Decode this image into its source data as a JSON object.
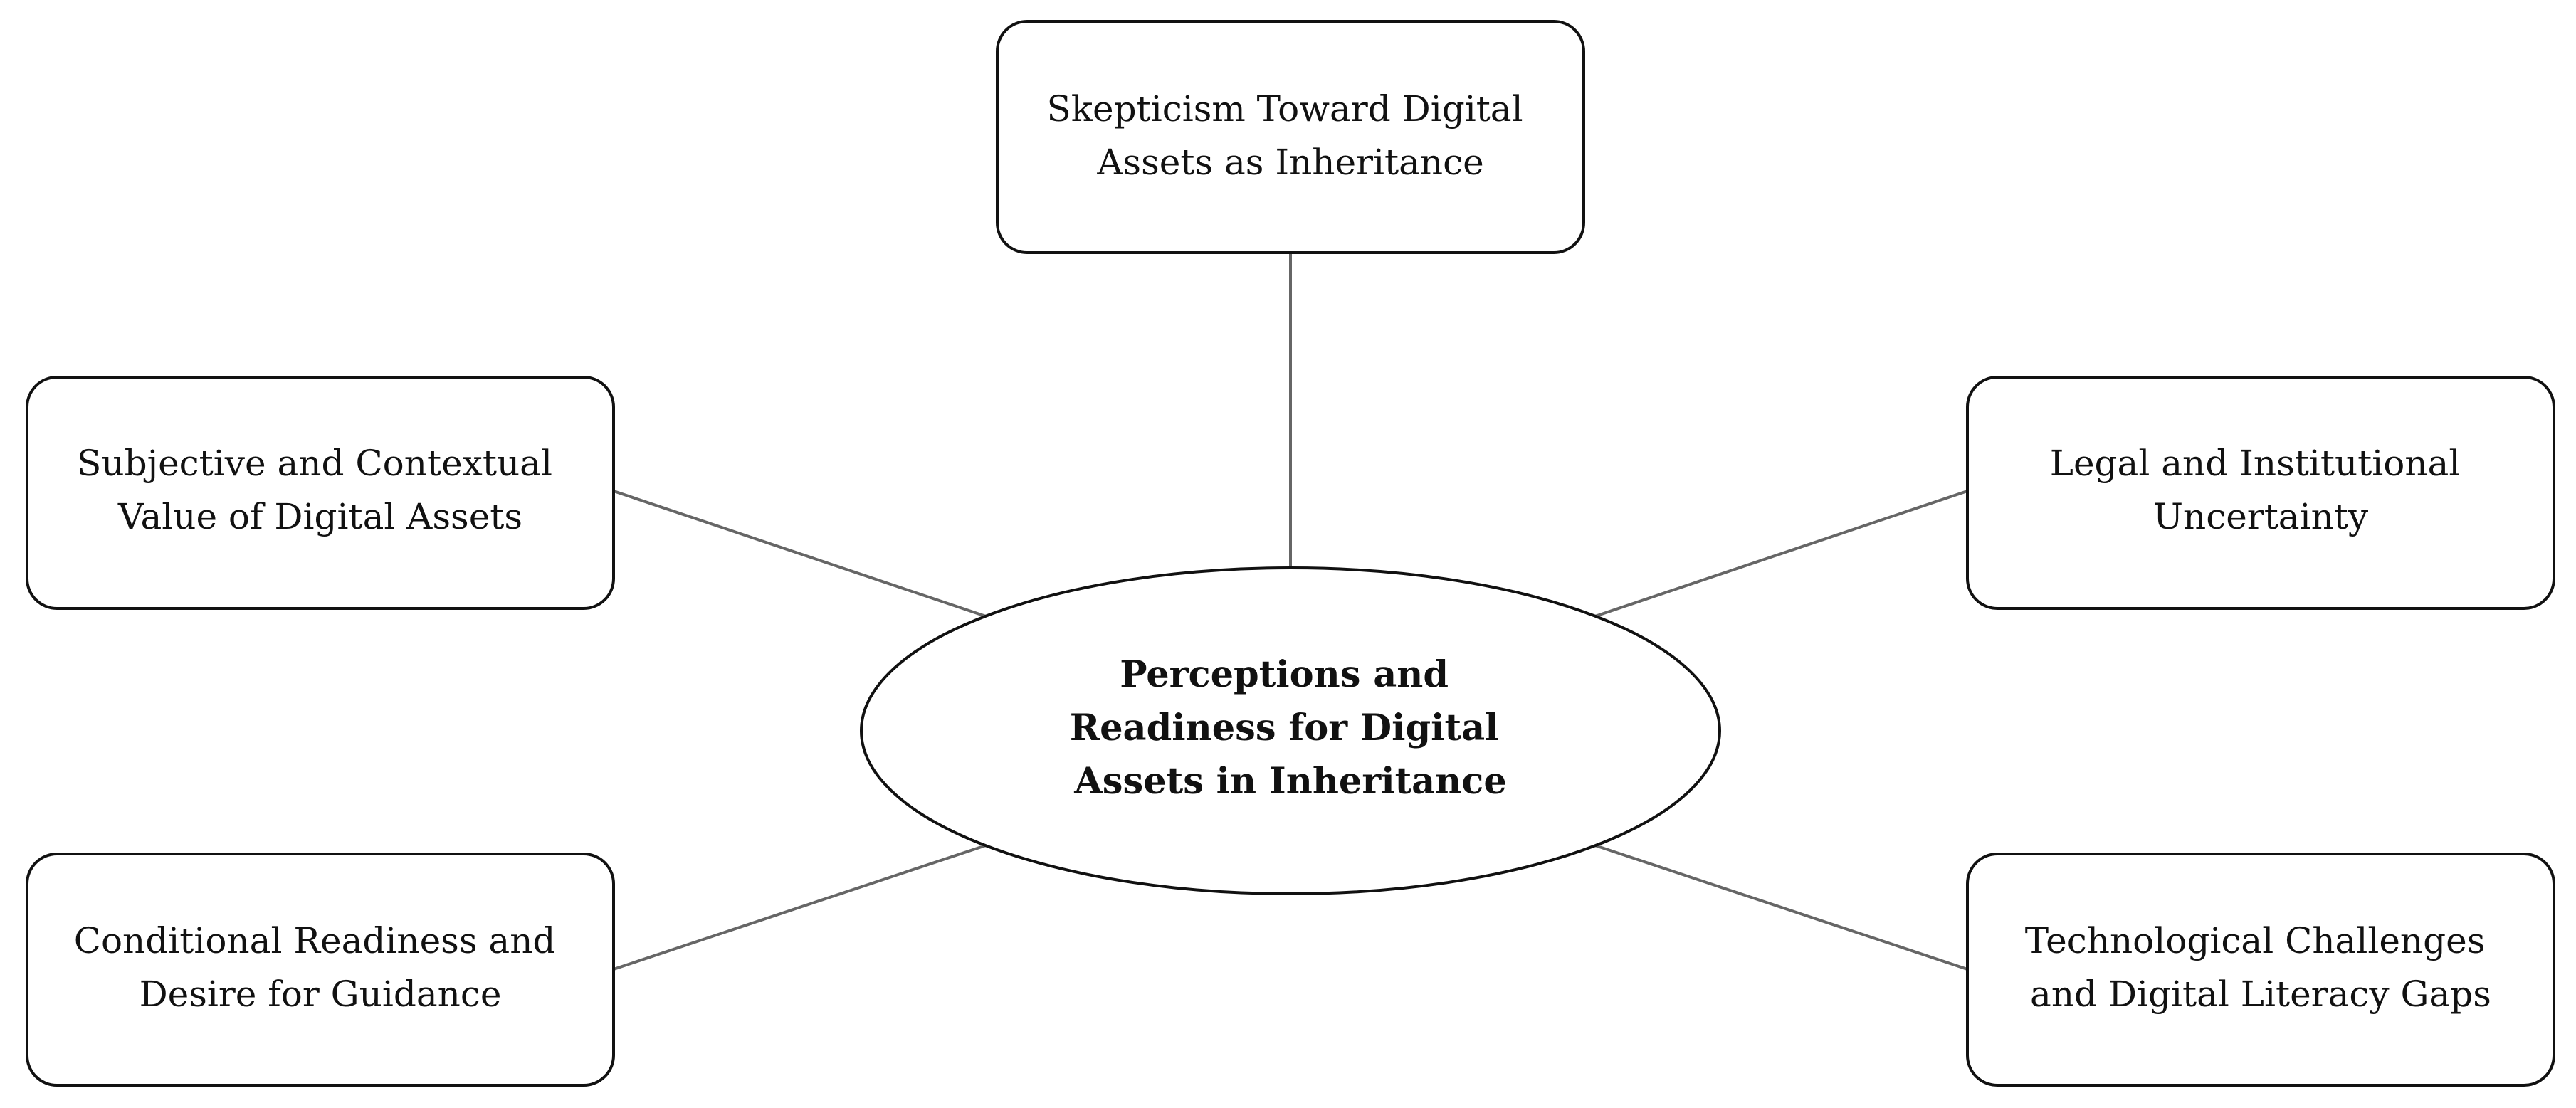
{
  "diagram": {
    "center": {
      "lines": [
        "Perceptions and",
        "Readiness for Digital",
        "Assets in Inheritance"
      ]
    },
    "nodes": [
      {
        "id": "skepticism",
        "lines": [
          "Skepticism Toward Digital",
          "Assets as Inheritance"
        ]
      },
      {
        "id": "subjective-value",
        "lines": [
          "Subjective and Contextual",
          "Value of Digital Assets"
        ]
      },
      {
        "id": "legal-uncertainty",
        "lines": [
          "Legal and Institutional",
          "Uncertainty"
        ]
      },
      {
        "id": "conditional-readiness",
        "lines": [
          "Conditional Readiness and",
          "Desire for Guidance"
        ]
      },
      {
        "id": "technological-challenges",
        "lines": [
          "Technological Challenges",
          "and Digital Literacy Gaps"
        ]
      }
    ]
  }
}
